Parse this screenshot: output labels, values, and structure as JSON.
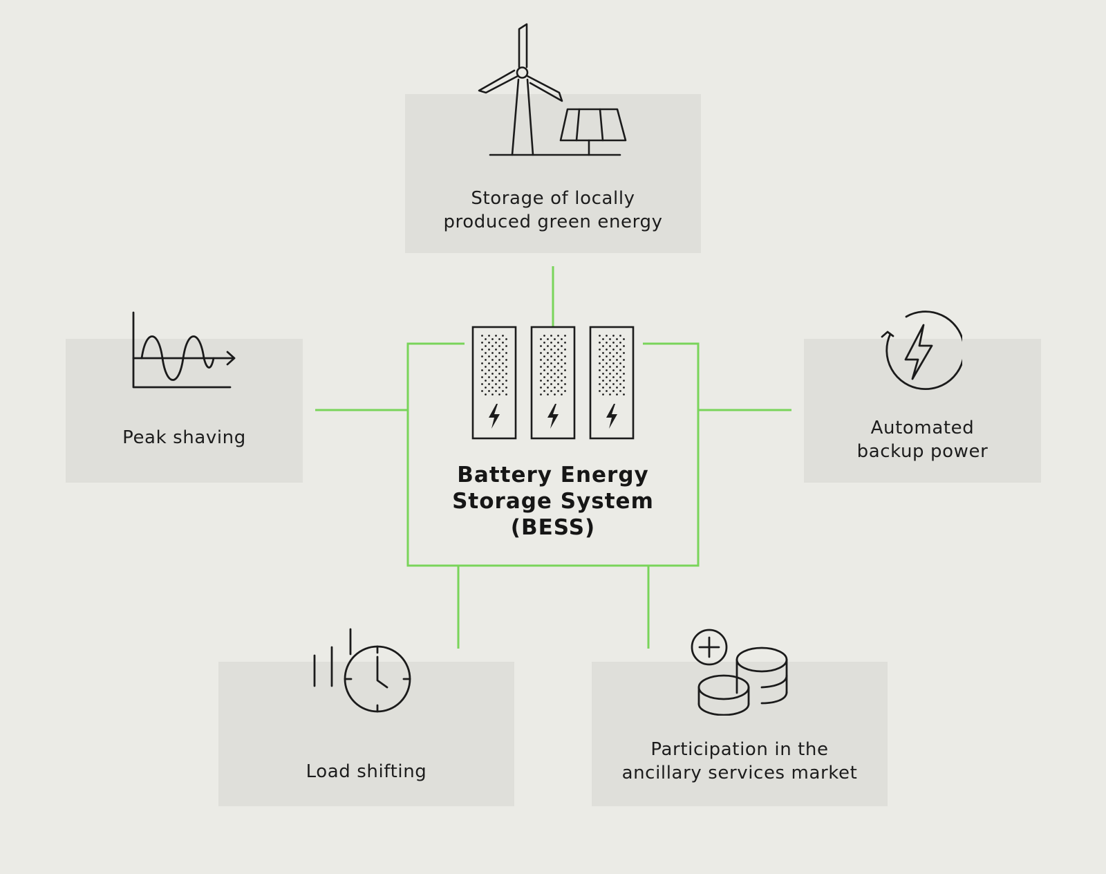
{
  "diagram": {
    "center": {
      "title": "Battery Energy\nStorage System\n(BESS)",
      "icon": "battery-rack-icon"
    },
    "nodes": {
      "green_energy": {
        "label": "Storage of locally\nproduced green energy",
        "icon": "wind-turbine-solar-panel-icon"
      },
      "peak_shaving": {
        "label": "Peak shaving",
        "icon": "wave-chart-icon"
      },
      "backup_power": {
        "label": "Automated\nbackup power",
        "icon": "refresh-lightning-icon"
      },
      "load_shifting": {
        "label": "Load shifting",
        "icon": "clock-motion-icon"
      },
      "ancillary_market": {
        "label": "Participation in the\nancillary services market",
        "icon": "coins-plus-icon"
      }
    },
    "colors": {
      "background": "#ebebe6",
      "box": "#dfdfda",
      "connector": "#79d45a",
      "ink": "#1b1b1b"
    }
  }
}
